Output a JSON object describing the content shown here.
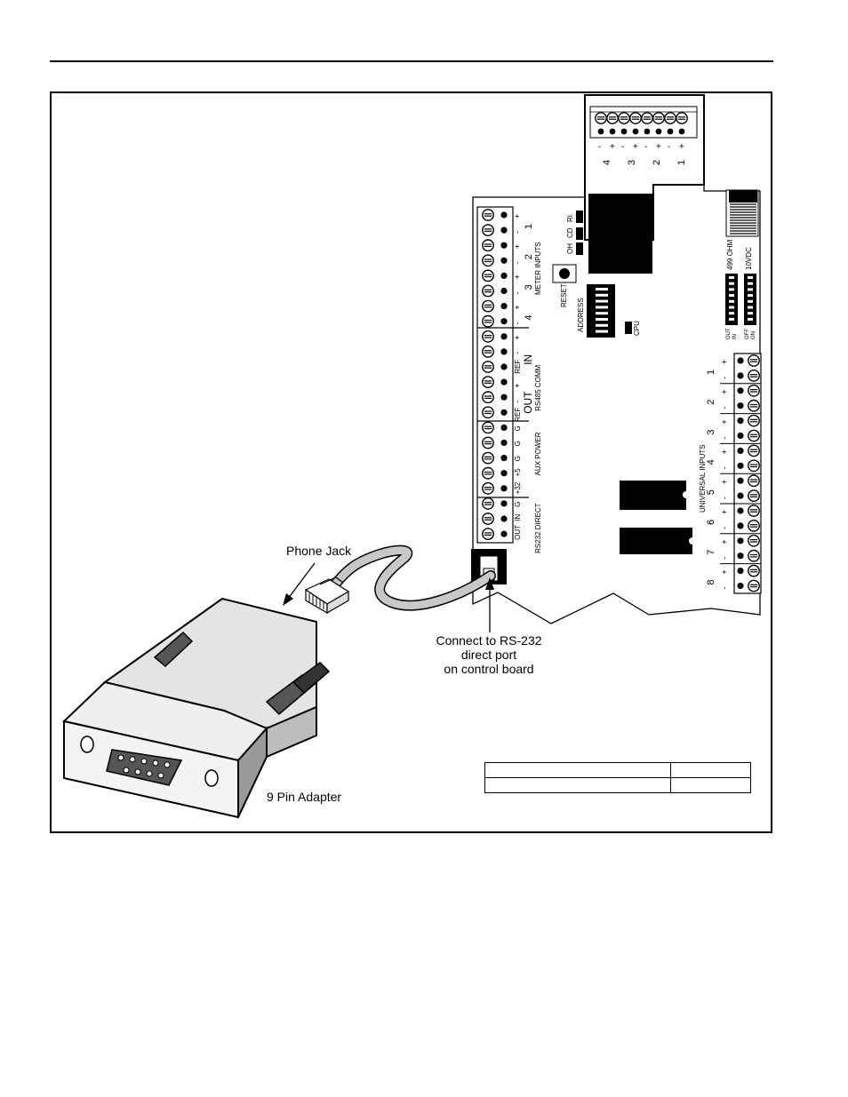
{
  "callouts": {
    "phone_jack": "Phone Jack",
    "connect_lines": [
      "Connect to RS-232",
      "direct port",
      "on control board"
    ],
    "adapter": "9 Pin Adapter"
  },
  "board": {
    "meter_inputs": "METER INPUTS",
    "rs485_comm": "RS485 COMM",
    "aux_power": "AUX POWER",
    "rs232_direct": "RS232 DIRECT",
    "universal_inputs": "UNIVERSAL INPUTS",
    "reset": "RESET",
    "address": "ADDRESS",
    "cpu": "CPU",
    "ohm_499": "499 OHM",
    "vdc_10": "10VDC",
    "out_label": "OUT",
    "in_label": "IN",
    "off_label": "OFF",
    "on_label": "ON",
    "led_labels": [
      "RI",
      "CD",
      "OH"
    ],
    "comm_out": "OUT",
    "comm_in": "IN",
    "ref": "REF",
    "minus": "-",
    "plus": "+",
    "g": "G",
    "p32": "+32",
    "p5": "+5",
    "meter_numbers": [
      "1",
      "2",
      "3",
      "4"
    ],
    "universal_numbers": [
      "1",
      "2",
      "3",
      "4",
      "5",
      "6",
      "7",
      "8"
    ],
    "top_terminal_numbers": [
      "4",
      "3",
      "2",
      "1"
    ]
  },
  "colors": {
    "ink": "#000000",
    "cable": "#c8c8c8",
    "adapter_body": "#e4e4e4",
    "shadow": "#9a9a9a"
  }
}
